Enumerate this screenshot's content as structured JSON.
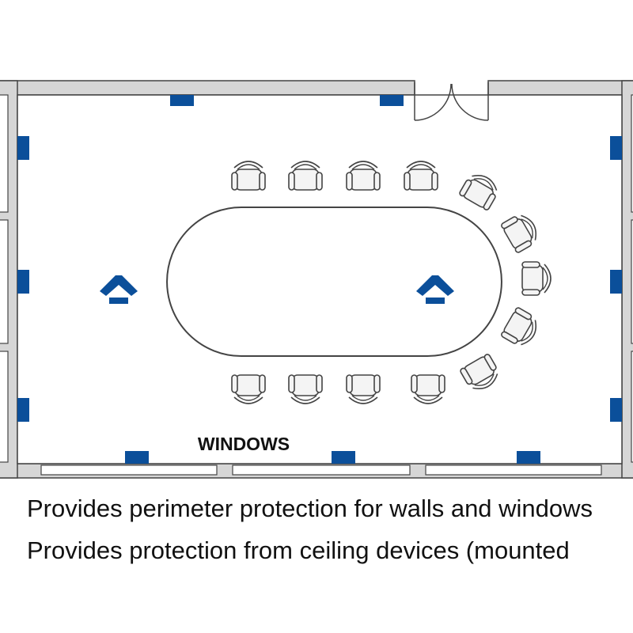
{
  "plan": {
    "windows_label": "WINDOWS"
  },
  "legend": {
    "line1": "Provides perimeter protection for walls and windows",
    "line2": "Provides protection from ceiling devices (mounted"
  },
  "colors": {
    "device_blue": "#0b4f9a",
    "wall_fill": "#d6d6d6",
    "outline": "#444444"
  }
}
